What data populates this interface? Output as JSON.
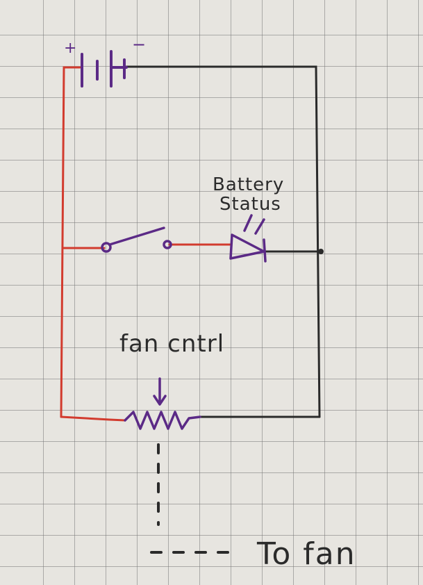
{
  "diagram": {
    "battery_plus": "+",
    "battery_minus": "−",
    "led_label_line1": "Battery",
    "led_label_line2": "Status",
    "pot_label": "fan cntrl",
    "output_label": "To fan"
  },
  "colors": {
    "positive_wire": "#d23b2e",
    "negative_wire": "#2a2a2a",
    "component": "#5b2a86",
    "paper": "#e7e5e0",
    "grid": "#8a8a8a"
  }
}
